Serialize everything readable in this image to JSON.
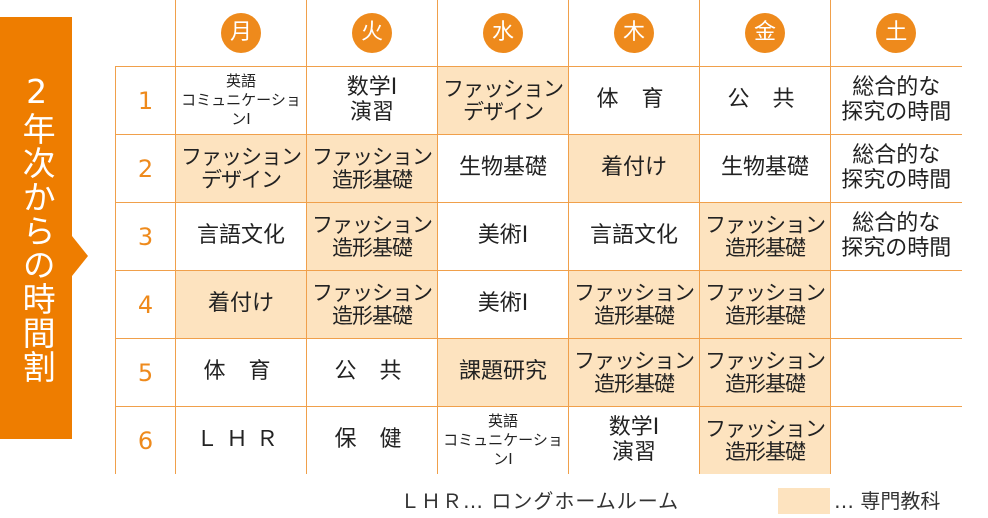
{
  "banner": {
    "title": "2年次からの時間割"
  },
  "days": [
    "月",
    "火",
    "水",
    "木",
    "金",
    "土"
  ],
  "rows": [
    {
      "period": "1",
      "cells": [
        {
          "l1": "英語",
          "l2": "コミュニケーションⅠ",
          "spec": false,
          "style": "small"
        },
        {
          "l1": "数学Ⅰ",
          "l2": "演習",
          "spec": false,
          "style": ""
        },
        {
          "l1": "ファッション",
          "l2": "デザイン",
          "spec": true,
          "style": "tight"
        },
        {
          "l1": "体 育",
          "l2": "",
          "spec": false,
          "style": "wide"
        },
        {
          "l1": "公 共",
          "l2": "",
          "spec": false,
          "style": "wide"
        },
        {
          "l1": "総合的な",
          "l2": "探究の時間",
          "spec": false,
          "style": ""
        }
      ]
    },
    {
      "period": "2",
      "cells": [
        {
          "l1": "ファッション",
          "l2": "デザイン",
          "spec": true,
          "style": "tight"
        },
        {
          "l1": "ファッション",
          "l2": "造形基礎",
          "spec": true,
          "style": "tight"
        },
        {
          "l1": "生物基礎",
          "l2": "",
          "spec": false,
          "style": ""
        },
        {
          "l1": "着付け",
          "l2": "",
          "spec": true,
          "style": ""
        },
        {
          "l1": "生物基礎",
          "l2": "",
          "spec": false,
          "style": ""
        },
        {
          "l1": "総合的な",
          "l2": "探究の時間",
          "spec": false,
          "style": ""
        }
      ]
    },
    {
      "period": "3",
      "cells": [
        {
          "l1": "言語文化",
          "l2": "",
          "spec": false,
          "style": ""
        },
        {
          "l1": "ファッション",
          "l2": "造形基礎",
          "spec": true,
          "style": "tight"
        },
        {
          "l1": "美術Ⅰ",
          "l2": "",
          "spec": false,
          "style": ""
        },
        {
          "l1": "言語文化",
          "l2": "",
          "spec": false,
          "style": ""
        },
        {
          "l1": "ファッション",
          "l2": "造形基礎",
          "spec": true,
          "style": "tight"
        },
        {
          "l1": "総合的な",
          "l2": "探究の時間",
          "spec": false,
          "style": ""
        }
      ]
    },
    {
      "period": "4",
      "cells": [
        {
          "l1": "着付け",
          "l2": "",
          "spec": true,
          "style": ""
        },
        {
          "l1": "ファッション",
          "l2": "造形基礎",
          "spec": true,
          "style": "tight"
        },
        {
          "l1": "美術Ⅰ",
          "l2": "",
          "spec": false,
          "style": ""
        },
        {
          "l1": "ファッション",
          "l2": "造形基礎",
          "spec": true,
          "style": "tight"
        },
        {
          "l1": "ファッション",
          "l2": "造形基礎",
          "spec": true,
          "style": "tight"
        },
        {
          "l1": "",
          "l2": "",
          "spec": false,
          "style": ""
        }
      ]
    },
    {
      "period": "5",
      "cells": [
        {
          "l1": "体 育",
          "l2": "",
          "spec": false,
          "style": "wide"
        },
        {
          "l1": "公 共",
          "l2": "",
          "spec": false,
          "style": "wide"
        },
        {
          "l1": "課題研究",
          "l2": "",
          "spec": true,
          "style": ""
        },
        {
          "l1": "ファッション",
          "l2": "造形基礎",
          "spec": true,
          "style": "tight"
        },
        {
          "l1": "ファッション",
          "l2": "造形基礎",
          "spec": true,
          "style": "tight"
        },
        {
          "l1": "",
          "l2": "",
          "spec": false,
          "style": ""
        }
      ]
    },
    {
      "period": "6",
      "cells": [
        {
          "l1": "ＬＨＲ",
          "l2": "",
          "spec": false,
          "style": "wide"
        },
        {
          "l1": "保 健",
          "l2": "",
          "spec": false,
          "style": "wide"
        },
        {
          "l1": "英語",
          "l2": "コミュニケーションⅠ",
          "spec": false,
          "style": "small"
        },
        {
          "l1": "数学Ⅰ",
          "l2": "演習",
          "spec": false,
          "style": ""
        },
        {
          "l1": "ファッション",
          "l2": "造形基礎",
          "spec": true,
          "style": "tight"
        },
        {
          "l1": "",
          "l2": "",
          "spec": false,
          "style": ""
        }
      ]
    }
  ],
  "footnote": "ＬＨＲ… ロングホームルーム",
  "legend": {
    "label": "… 専門教科"
  },
  "colors": {
    "accent": "#ee7d00",
    "highlight": "#fde3bf",
    "border": "#f0a04b"
  }
}
